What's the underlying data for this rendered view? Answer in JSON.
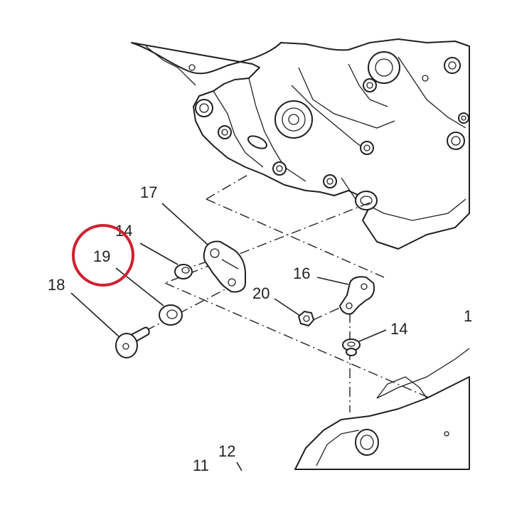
{
  "figure": {
    "callouts": [
      {
        "id": "c17",
        "text": "17"
      },
      {
        "id": "c14a",
        "text": "14"
      },
      {
        "id": "c19",
        "text": "19"
      },
      {
        "id": "c18",
        "text": "18"
      },
      {
        "id": "c16",
        "text": "16"
      },
      {
        "id": "c20",
        "text": "20"
      },
      {
        "id": "c14b",
        "text": "14"
      },
      {
        "id": "c12",
        "text": "12"
      },
      {
        "id": "c11",
        "text": "11"
      },
      {
        "id": "c1",
        "text": "1"
      }
    ],
    "highlight": {
      "target": "19",
      "color": "#d0202e"
    }
  }
}
